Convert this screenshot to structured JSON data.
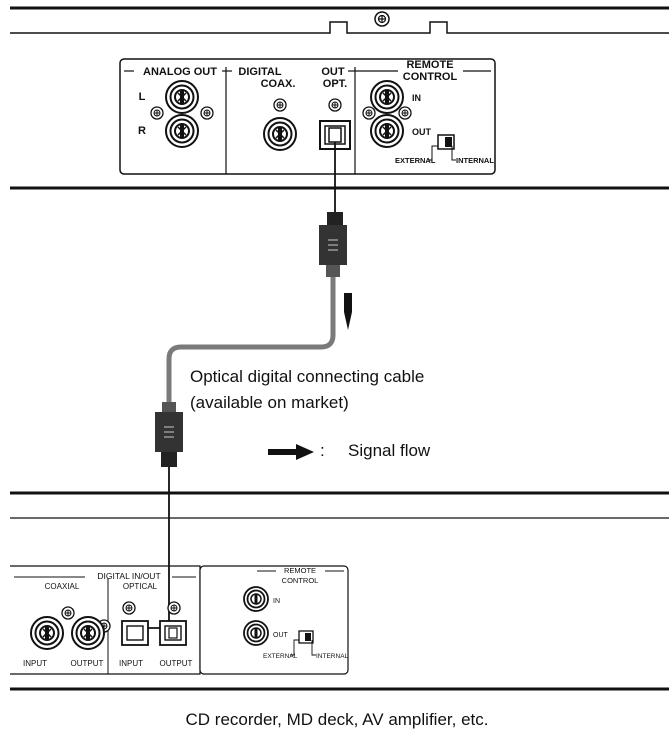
{
  "top_panel": {
    "analog_out": "ANALOG OUT",
    "left": "L",
    "right": "R",
    "digital_out_1": "DIGITAL",
    "digital_out_2": "OUT",
    "coax": "COAX.",
    "opt": "OPT.",
    "remote_control_1": "REMOTE",
    "remote_control_2": "CONTROL",
    "remote_in": "IN",
    "remote_out": "OUT",
    "external": "EXTERNAL",
    "internal": "INTERNAL"
  },
  "cable_label_1": "Optical digital connecting cable",
  "cable_label_2": "(available on market)",
  "legend": {
    "colon": ":",
    "signal_flow": "Signal flow"
  },
  "bottom_panel": {
    "digital_inout": "DIGITAL IN/OUT",
    "coaxial": "COAXIAL",
    "optical": "OPTICAL",
    "input_1": "INPUT",
    "output_1": "OUTPUT",
    "input_2": "INPUT",
    "output_2": "OUTPUT",
    "remote_control_1": "REMOTE",
    "remote_control_2": "CONTROL",
    "remote_in": "IN",
    "remote_out": "OUT",
    "external": "EXTERNAL",
    "internal": "INTERNAL"
  },
  "caption": "CD recorder, MD deck, AV amplifier, etc."
}
